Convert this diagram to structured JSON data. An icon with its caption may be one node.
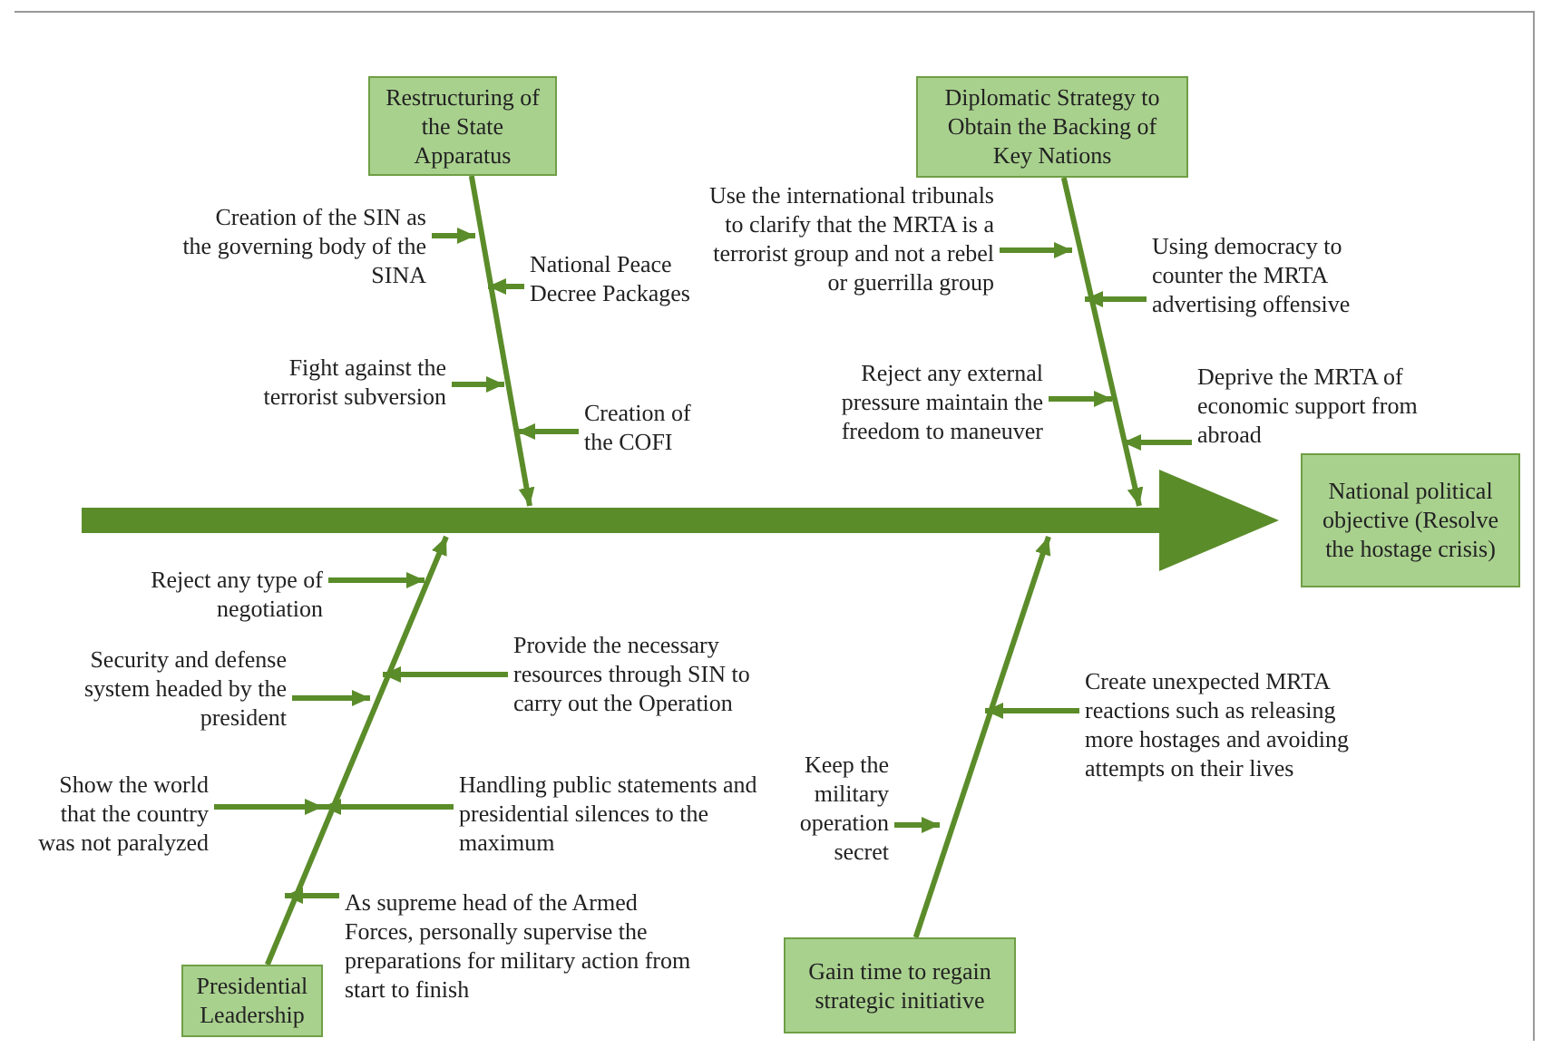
{
  "diagram": {
    "nodes": [
      {
        "text": [
          "Restructuring of the State Apparatus"
        ]
      },
      {
        "text": [
          "Diplomatic Strategy to Obtain the Backing of Key Nations"
        ]
      },
      {
        "text": [
          "National political objective (Resolve the hostage crisis)"
        ]
      },
      {
        "text": [
          "Presidential Leadership"
        ]
      },
      {
        "text": [
          "Gain time to regain strategic initiative"
        ]
      },
      {
        "text": [
          "Creation of the SIN as the governing body of the SINA"
        ]
      },
      {
        "text": [
          "National Peace Decree Packages"
        ]
      },
      {
        "text": [
          "Fight against the terrorist subversion"
        ]
      },
      {
        "text": [
          "Creation of the COFI"
        ]
      },
      {
        "text": [
          "Use the international tribunals to clarify that the MRTA is a terrorist group and not a rebel or guerrilla group"
        ]
      },
      {
        "text": [
          "Using democracy to counter the MRTA advertising offensive"
        ]
      },
      {
        "text": [
          "Reject any external pressure maintain the freedom to maneuver"
        ]
      },
      {
        "text": [
          "Deprive the MRTA of economic support from abroad"
        ]
      },
      {
        "text": [
          "Reject any type of negotiation"
        ]
      },
      {
        "text": [
          "Provide the necessary resources through SIN to carry out the Operation"
        ]
      },
      {
        "text": [
          "Security and defense system headed by the president"
        ]
      },
      {
        "text": [
          "Handling public statements and presidential silences to the maximum"
        ]
      },
      {
        "text": [
          "Show the world that the country was not paralyzed"
        ]
      },
      {
        "text": [
          "As supreme head of the Armed Forces, personally supervise the preparations for military action from start to finish"
        ]
      },
      {
        "text": [
          "Keep the military operation secret"
        ]
      },
      {
        "text": [
          "Create unexpected MRTA reactions such as releasing more hostages and avoiding attempts on their lives"
        ]
      }
    ],
    "edges": [
      {
        "from": null,
        "to": 2,
        "arrow": "to",
        "style": "thick"
      },
      {
        "from": 0,
        "to": null,
        "arrow": "to"
      },
      {
        "from": 1,
        "to": null,
        "arrow": "to"
      },
      {
        "from": 3,
        "to": null,
        "arrow": "to"
      },
      {
        "from": 4,
        "to": null,
        "arrow": "to"
      },
      {
        "from": 5,
        "to": null,
        "arrow": "to"
      },
      {
        "from": 6,
        "to": null,
        "arrow": "to"
      },
      {
        "from": 7,
        "to": null,
        "arrow": "to"
      },
      {
        "from": 8,
        "to": null,
        "arrow": "to"
      },
      {
        "from": 9,
        "to": null,
        "arrow": "to"
      },
      {
        "from": 10,
        "to": null,
        "arrow": "to"
      },
      {
        "from": 11,
        "to": null,
        "arrow": "to"
      },
      {
        "from": 12,
        "to": null,
        "arrow": "to"
      },
      {
        "from": 13,
        "to": null,
        "arrow": "to"
      },
      {
        "from": 14,
        "to": null,
        "arrow": "to"
      },
      {
        "from": 15,
        "to": null,
        "arrow": "to"
      },
      {
        "from": 16,
        "to": null,
        "arrow": "to"
      },
      {
        "from": 17,
        "to": null,
        "arrow": "to"
      },
      {
        "from": 18,
        "to": null,
        "arrow": "to"
      },
      {
        "from": 19,
        "to": null,
        "arrow": "to"
      },
      {
        "from": 20,
        "to": null,
        "arrow": "to"
      }
    ]
  }
}
